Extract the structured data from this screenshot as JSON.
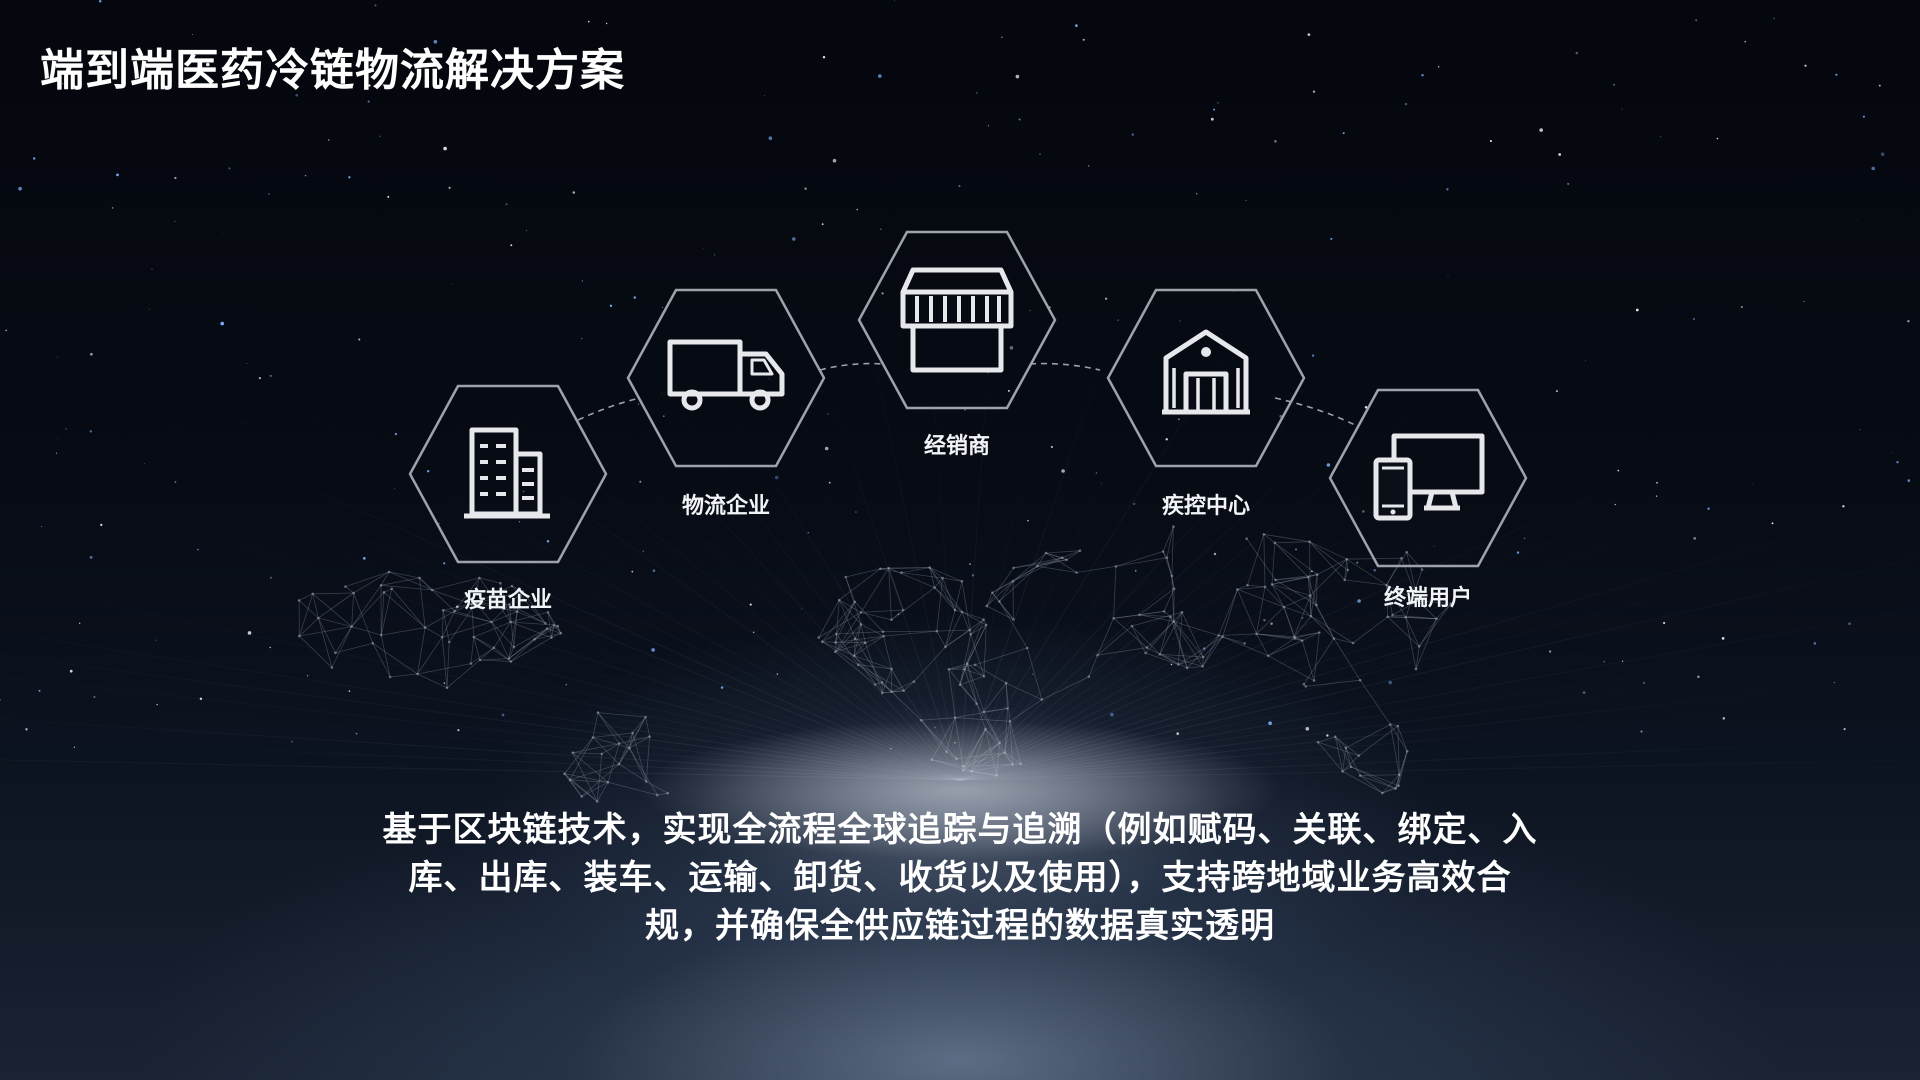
{
  "title": "端到端医药冷链物流解决方案",
  "nodes": [
    {
      "label": "疫苗企业",
      "icon": "building-icon"
    },
    {
      "label": "物流企业",
      "icon": "truck-icon"
    },
    {
      "label": "经销商",
      "icon": "store-icon"
    },
    {
      "label": "疾控中心",
      "icon": "warehouse-icon"
    },
    {
      "label": "终端用户",
      "icon": "devices-icon"
    }
  ],
  "description": "基于区块链技术，实现全流程全球追踪与追溯（例如赋码、关联、绑定、入库、出库、装车、运输、卸货、收货以及使用），支持跨地域业务高效合规，并确保全供应链过程的数据真实透明",
  "colors": {
    "background": "#05080f",
    "hexagon_stroke": "#9ea3ab",
    "icon_stroke": "#e6e8ec",
    "text": "#ffffff"
  }
}
